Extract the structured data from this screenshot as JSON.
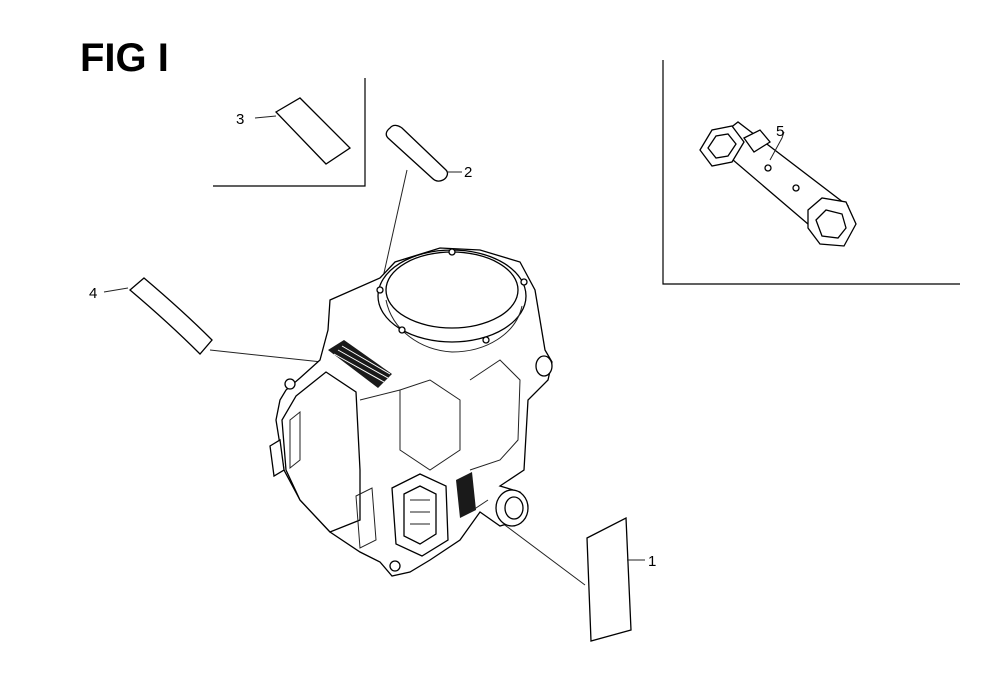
{
  "figure": {
    "title": "FIG I",
    "callouts": [
      {
        "id": "1",
        "label": "1"
      },
      {
        "id": "2",
        "label": "2"
      },
      {
        "id": "3",
        "label": "3"
      },
      {
        "id": "4",
        "label": "4"
      },
      {
        "id": "5",
        "label": "5"
      }
    ]
  },
  "colors": {
    "line": "#000000",
    "background": "#ffffff"
  }
}
